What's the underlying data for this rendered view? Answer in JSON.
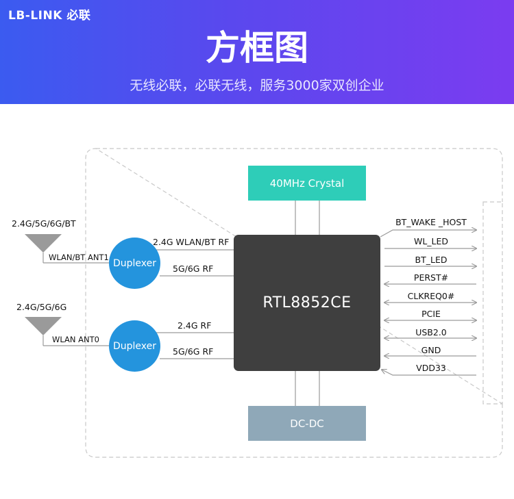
{
  "header": {
    "logo_text": "LB-LINK 必联",
    "title": "方框图",
    "subtitle": "无线必联，必联无线，服务3000家双创企业"
  },
  "diagram": {
    "crystal": "40MHz Crystal",
    "chip": "RTL8852CE",
    "power": "DC-DC",
    "duplexer_top": "Duplexer",
    "duplexer_bottom": "Duplexer",
    "antenna_top_bands": "2.4G/5G/6G/BT",
    "antenna_top_port": "WLAN/BT ANT1",
    "antenna_bottom_bands": "2.4G/5G/6G",
    "antenna_bottom_port": "WLAN ANT0",
    "rf_links": [
      "2.4G WLAN/BT RF",
      "5G/6G RF",
      "2.4G RF",
      "5G/6G RF"
    ],
    "signals": [
      {
        "label": "BT_WAKE _HOST",
        "dir": "out"
      },
      {
        "label": "WL_LED",
        "dir": "out"
      },
      {
        "label": "BT_LED",
        "dir": "out"
      },
      {
        "label": "PERST#",
        "dir": "in"
      },
      {
        "label": "CLKREQ0#",
        "dir": "bi"
      },
      {
        "label": "PCIE",
        "dir": "bi"
      },
      {
        "label": "USB2.0",
        "dir": "bi"
      },
      {
        "label": "GND",
        "dir": "in"
      },
      {
        "label": "VDD33",
        "dir": "in"
      }
    ]
  },
  "colors": {
    "banner_start": "#3b5bf0",
    "banner_end": "#7b3cf0",
    "crystal": "#2ecdb8",
    "power": "#8fa8b8",
    "chip": "#3f3f3f",
    "duplexer": "#2494dd",
    "line": "#9a9a9a"
  }
}
